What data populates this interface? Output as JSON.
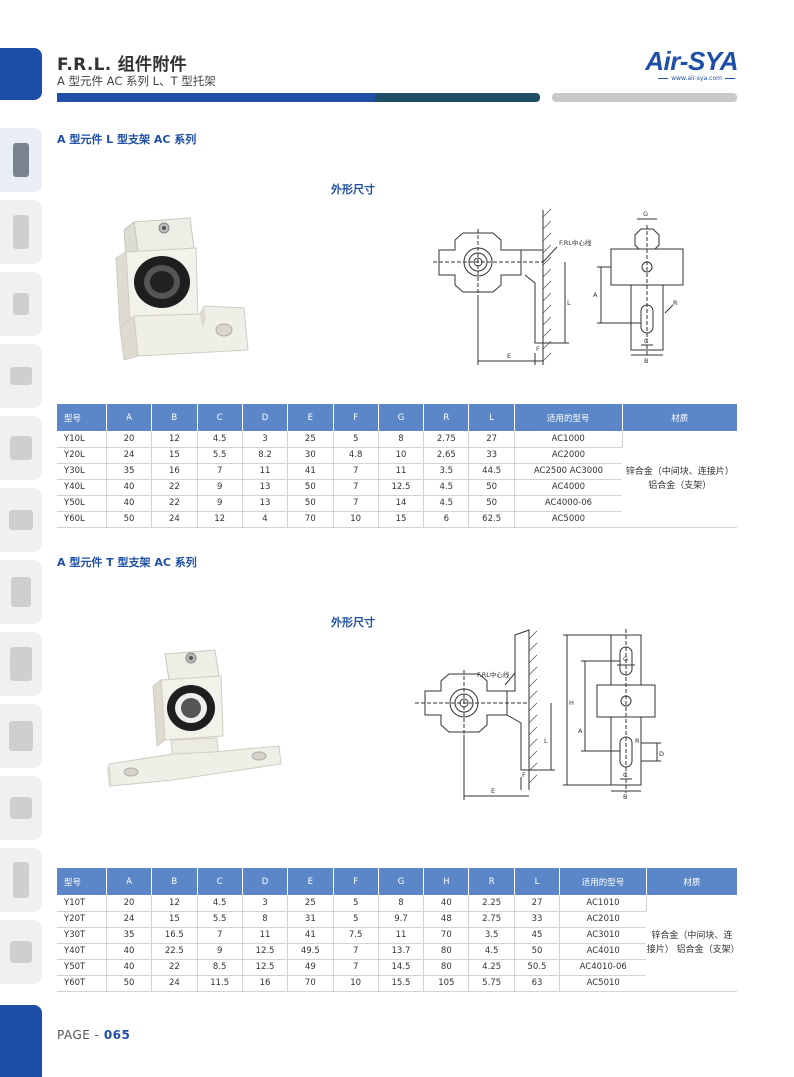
{
  "header": {
    "title": "F.R.L. 组件附件",
    "subtitle": "A 型元件 AC 系列 L、T 型托架",
    "logo": "Air-SYA",
    "logo_url": "www.air-sya.com"
  },
  "sections": [
    {
      "title": "A 型元件 L 型支架 AC 系列",
      "dims_title": "外形尺寸",
      "drawing_labels": {
        "center_line": "F.RL中心线",
        "G": "G",
        "A": "A",
        "L": "L",
        "E": "E",
        "F": "F",
        "R": "R",
        "C": "C",
        "B": "B"
      },
      "table": {
        "headers": [
          "型号",
          "A",
          "B",
          "C",
          "D",
          "E",
          "F",
          "G",
          "R",
          "L",
          "适用的型号",
          "材质"
        ],
        "rows": [
          [
            "Y10L",
            "20",
            "12",
            "4.5",
            "3",
            "25",
            "5",
            "8",
            "2.75",
            "27",
            "AC1000"
          ],
          [
            "Y20L",
            "24",
            "15",
            "5.5",
            "8.2",
            "30",
            "4.8",
            "10",
            "2.65",
            "33",
            "AC2000"
          ],
          [
            "Y30L",
            "35",
            "16",
            "7",
            "11",
            "41",
            "7",
            "11",
            "3.5",
            "44.5",
            "AC2500   AC3000"
          ],
          [
            "Y40L",
            "40",
            "22",
            "9",
            "13",
            "50",
            "7",
            "12.5",
            "4.5",
            "50",
            "AC4000"
          ],
          [
            "Y50L",
            "40",
            "22",
            "9",
            "13",
            "50",
            "7",
            "14",
            "4.5",
            "50",
            "AC4000-06"
          ],
          [
            "Y60L",
            "50",
            "24",
            "12",
            "4",
            "70",
            "10",
            "15",
            "6",
            "62.5",
            "AC5000"
          ]
        ],
        "material_line1": "锌合金（中间块、连接片）",
        "material_line2": "铝合金（支架）"
      }
    },
    {
      "title": "A 型元件 T 型支架 AC 系列",
      "dims_title": "外形尺寸",
      "drawing_labels": {
        "center_line": "F.RL中心线",
        "G": "G",
        "H": "H",
        "A": "A",
        "L": "L",
        "E": "E",
        "F": "F",
        "R": "R",
        "D": "D",
        "C": "C",
        "B": "B"
      },
      "table": {
        "headers": [
          "型号",
          "A",
          "B",
          "C",
          "D",
          "E",
          "F",
          "G",
          "H",
          "R",
          "L",
          "适用的型号",
          "材质"
        ],
        "rows": [
          [
            "Y10T",
            "20",
            "12",
            "4.5",
            "3",
            "25",
            "5",
            "8",
            "40",
            "2.25",
            "27",
            "AC1010"
          ],
          [
            "Y20T",
            "24",
            "15",
            "5.5",
            "8",
            "31",
            "5",
            "9.7",
            "48",
            "2.75",
            "33",
            "AC2010"
          ],
          [
            "Y30T",
            "35",
            "16.5",
            "7",
            "11",
            "41",
            "7.5",
            "11",
            "70",
            "3.5",
            "45",
            "AC3010"
          ],
          [
            "Y40T",
            "40",
            "22.5",
            "9",
            "12.5",
            "49.5",
            "7",
            "13.7",
            "80",
            "4.5",
            "50",
            "AC4010"
          ],
          [
            "Y50T",
            "40",
            "22",
            "8.5",
            "12.5",
            "49",
            "7",
            "14.5",
            "80",
            "4.25",
            "50.5",
            "AC4010-06"
          ],
          [
            "Y60T",
            "50",
            "24",
            "11.5",
            "16",
            "70",
            "10",
            "15.5",
            "105",
            "5.75",
            "63",
            "AC5010"
          ]
        ],
        "material_line1": "锌合金（中间块、连",
        "material_line2": "接片）  铝合金（支架）"
      }
    }
  ],
  "footer": {
    "page_label": "PAGE - ",
    "page_number": "065"
  }
}
